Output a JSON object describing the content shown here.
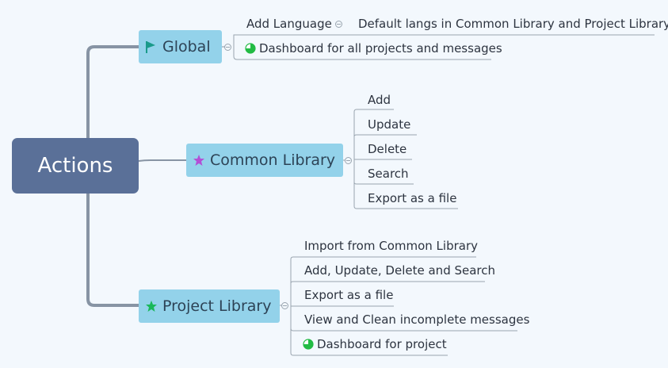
{
  "root": {
    "label": "Actions"
  },
  "global": {
    "label": "Global",
    "icon": "flag-icon",
    "items": [
      {
        "label": "Add Language",
        "sub": "Default langs in Common Library and Project Library"
      },
      {
        "label": "Dashboard for all projects and messages",
        "icon": "progress-icon"
      }
    ]
  },
  "common_library": {
    "label": "Common Library",
    "icon": "star-icon",
    "items": [
      "Add",
      "Update",
      "Delete",
      "Search",
      "Export as a file"
    ]
  },
  "project_library": {
    "label": "Project Library",
    "icon": "star-icon",
    "items": [
      {
        "label": "Import from Common Library"
      },
      {
        "label": "Add, Update, Delete and Search"
      },
      {
        "label": "Export as a file"
      },
      {
        "label": "View and Clean incomplete messages"
      },
      {
        "label": "Dashboard for project",
        "icon": "progress-icon"
      }
    ]
  },
  "colors": {
    "background": "#f3f8fd",
    "root_fill": "#5a7098",
    "branch_fill": "#93d2ea",
    "connector": "#8794a4",
    "flag": "#1a9a8a",
    "star_common": "#b34fd6",
    "star_project": "#19b85a",
    "progress": "#22bb44"
  }
}
